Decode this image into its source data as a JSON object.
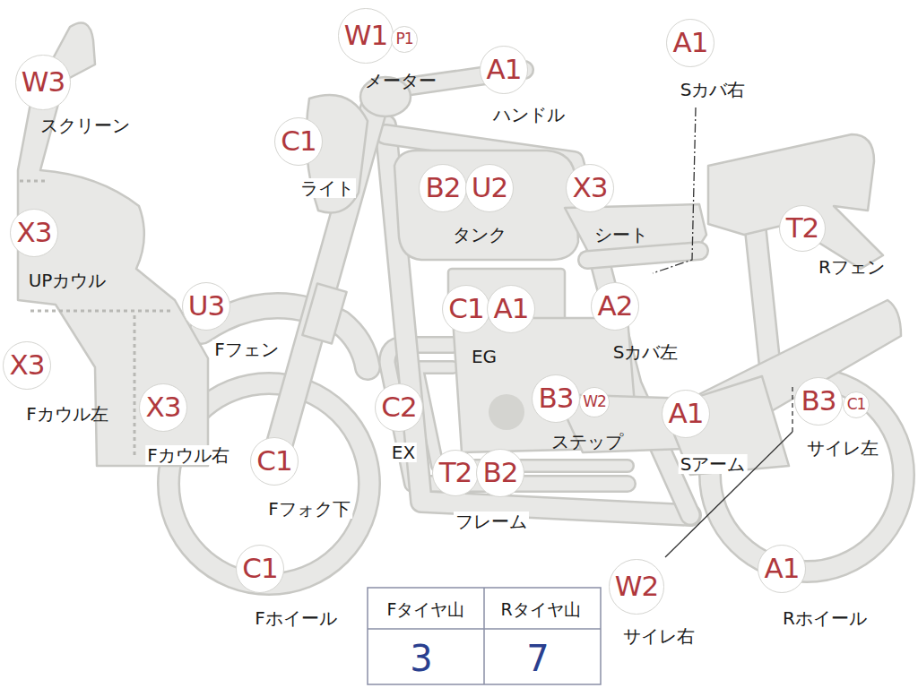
{
  "diagram": {
    "nodes": [
      {
        "text": [
          "W1"
        ]
      },
      {
        "text": [
          "P1"
        ]
      },
      {
        "text": [
          "A1"
        ]
      },
      {
        "text": [
          "A1"
        ]
      },
      {
        "text": [
          "W3"
        ]
      },
      {
        "text": [
          "C1"
        ]
      },
      {
        "text": [
          "B2"
        ]
      },
      {
        "text": [
          "U2"
        ]
      },
      {
        "text": [
          "X3"
        ]
      },
      {
        "text": [
          "T2"
        ]
      },
      {
        "text": [
          "X3"
        ]
      },
      {
        "text": [
          "U3"
        ]
      },
      {
        "text": [
          "C1"
        ]
      },
      {
        "text": [
          "A1"
        ]
      },
      {
        "text": [
          "A2"
        ]
      },
      {
        "text": [
          "X3"
        ]
      },
      {
        "text": [
          "C2"
        ]
      },
      {
        "text": [
          "B3"
        ]
      },
      {
        "text": [
          "W2"
        ]
      },
      {
        "text": [
          "X3"
        ]
      },
      {
        "text": [
          "A1"
        ]
      },
      {
        "text": [
          "B3"
        ]
      },
      {
        "text": [
          "C1"
        ]
      },
      {
        "text": [
          "C1"
        ]
      },
      {
        "text": [
          "T2"
        ]
      },
      {
        "text": [
          "B2"
        ]
      },
      {
        "text": [
          "C1"
        ]
      },
      {
        "text": [
          "W2"
        ]
      },
      {
        "text": [
          "A1"
        ]
      }
    ],
    "labels": [
      "メーター",
      "ハンドル",
      "Sカバ右",
      "スクリーン",
      "ライト",
      "タンク",
      "シート",
      "Rフェン",
      "UPカウル",
      "EG",
      "Sカバ左",
      "Fフェン",
      "Fカウル左",
      "Fカウル右",
      "ステップ",
      "Sアーム",
      "サイレ左",
      "EX",
      "Fフォク下",
      "フレーム",
      "Fホイール",
      "サイレ右",
      "Rホイール",
      "Fタイヤ山",
      "Rタイヤ山",
      "3",
      "7"
    ]
  }
}
